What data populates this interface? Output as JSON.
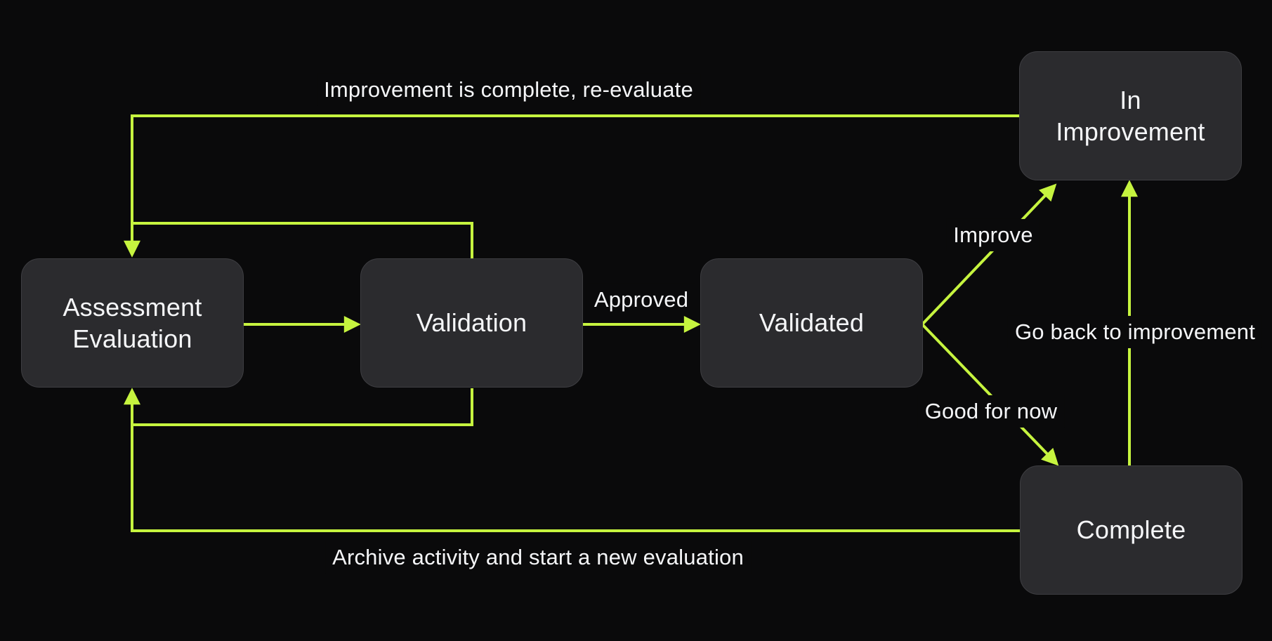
{
  "diagram": {
    "colors": {
      "background": "#0a0a0b",
      "accent": "#c6f43f",
      "node_fill": "#2b2b2e",
      "node_text": "#f5f6f8"
    },
    "nodes": [
      {
        "id": "assessment-evaluation",
        "label": "Assessment\nEvaluation"
      },
      {
        "id": "validation",
        "label": "Validation"
      },
      {
        "id": "validated",
        "label": "Validated"
      },
      {
        "id": "in-improvement",
        "label": "In\nImprovement"
      },
      {
        "id": "complete",
        "label": "Complete"
      }
    ],
    "edge_labels": [
      {
        "id": "improvement-complete",
        "text": "Improvement is complete, re-evaluate"
      },
      {
        "id": "approved",
        "text": "Approved"
      },
      {
        "id": "improve",
        "text": "Improve"
      },
      {
        "id": "go-back",
        "text": "Go back to improvement"
      },
      {
        "id": "good-for-now",
        "text": "Good for now"
      },
      {
        "id": "archive",
        "text": "Archive activity and start a new evaluation"
      }
    ],
    "edges": [
      {
        "id": "improvement-complete-to-assessment",
        "from": "in-improvement",
        "to": "assessment-evaluation"
      },
      {
        "id": "validation-reject-loop-top",
        "from": "validation",
        "to": "assessment-evaluation"
      },
      {
        "id": "assessment-to-validation",
        "from": "assessment-evaluation",
        "to": "validation"
      },
      {
        "id": "validation-to-validated",
        "from": "validation",
        "to": "validated"
      },
      {
        "id": "validated-to-in-improvement",
        "from": "validated",
        "to": "in-improvement"
      },
      {
        "id": "validated-to-complete",
        "from": "validated",
        "to": "complete"
      },
      {
        "id": "complete-to-in-improvement",
        "from": "complete",
        "to": "in-improvement"
      },
      {
        "id": "complete-to-assessment",
        "from": "complete",
        "to": "assessment-evaluation"
      },
      {
        "id": "validation-reject-loop-bottom",
        "from": "validation",
        "to": "assessment-evaluation"
      }
    ]
  }
}
